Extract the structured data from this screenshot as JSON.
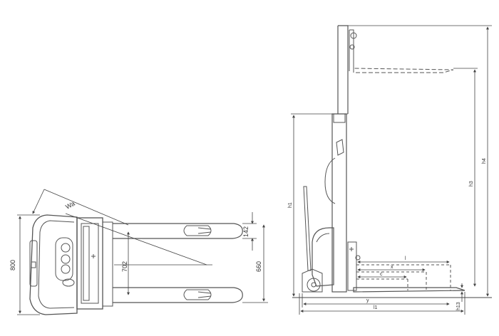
{
  "top_view": {
    "width_label": "800",
    "fork_spread_label": "702",
    "fork_width_label": "142",
    "fork_length_label": "660",
    "turn_radius_label": "Wa"
  },
  "side_view": {
    "h1_label": "h1",
    "h3_label": "h3",
    "h4_label": "h4",
    "h13_label": "h13",
    "l_label": "l",
    "x_label": "x",
    "c_label": "c",
    "y_label": "y",
    "l1_label": "l1"
  }
}
